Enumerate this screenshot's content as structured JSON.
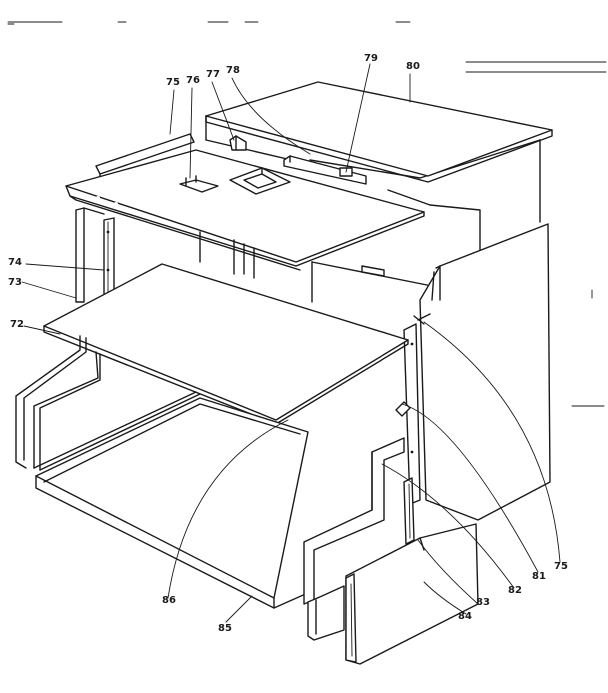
{
  "labels": {
    "l72": "72",
    "l73": "73",
    "l74": "74",
    "l75a": "75",
    "l76": "76",
    "l77": "77",
    "l78": "78",
    "l79": "79",
    "l80": "80",
    "l81": "81",
    "l82": "82",
    "l83": "83",
    "l84": "84",
    "l75b": "75",
    "l85": "85",
    "l86": "86"
  }
}
